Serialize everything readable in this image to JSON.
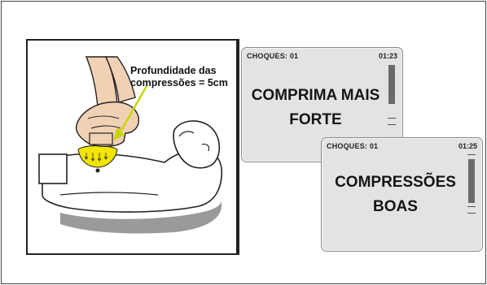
{
  "illustration": {
    "caption_line1": "Profundidade das",
    "caption_line2": "compressões = 5cm"
  },
  "screens": [
    {
      "shocks_label": "CHOQUES:",
      "shocks_value": "01",
      "time": "01:23",
      "message_line1": "COMPRIMA MAIS",
      "message_line2": "FORTE"
    },
    {
      "shocks_label": "CHOQUES:",
      "shocks_value": "01",
      "time": "01:25",
      "message_line1": "COMPRESSÕES",
      "message_line2": "BOAS"
    }
  ],
  "colors": {
    "highlight": "#f2e600",
    "arrow": "#c8d400",
    "screen_bg": "#e3e3e3"
  }
}
